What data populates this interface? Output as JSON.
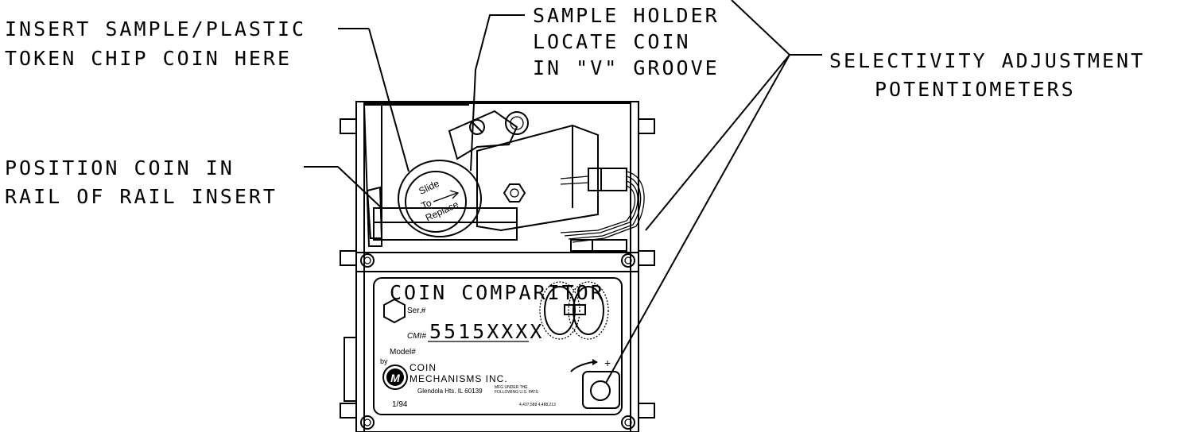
{
  "callouts": {
    "insert_sample": [
      "INSERT SAMPLE/PLASTIC",
      "TOKEN CHIP COIN HERE"
    ],
    "sample_holder": [
      "SAMPLE HOLDER",
      "LOCATE COIN",
      "IN \"V\" GROOVE"
    ],
    "selectivity": [
      "SELECTIVITY ADJUSTMENT",
      "POTENTIOMETERS"
    ],
    "position_coin": [
      "POSITION COIN IN",
      "RAIL OF RAIL INSERT"
    ]
  },
  "holder_label": [
    "Slide",
    "To",
    "Replace"
  ],
  "nameplate": {
    "title": "COIN COMPARITOR",
    "ser": "Ser.#",
    "cmi_label": "CMI#",
    "cmi_value": "5515XXXX",
    "model": "Model#",
    "by": "by",
    "company": [
      "COIN",
      "MECHANISMS INC."
    ],
    "address": "Glendola Hts. IL 60139",
    "patents_head": [
      "MFG UNDER THE",
      "FOLLOWING U.S. PATS"
    ],
    "patents": "4,437,588  4,488,213",
    "date": "1/94",
    "plus": "+"
  }
}
